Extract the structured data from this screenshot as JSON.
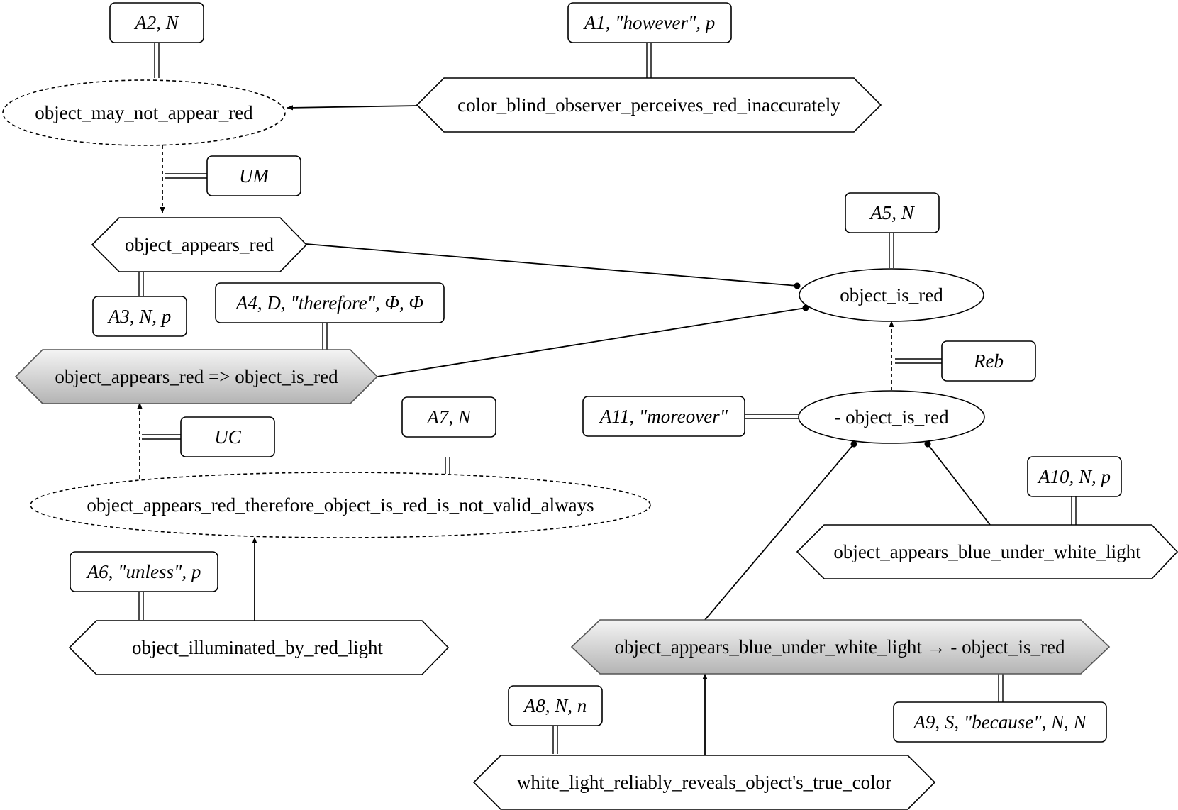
{
  "colors": {
    "stroke": "#000000",
    "background": "#ffffff",
    "gray_top": "#f4f4f4",
    "gray_bottom": "#b4b4b4",
    "gray_stroke": "#555555"
  },
  "nodes": [
    {
      "id": "n1",
      "text": "object_may_not_appear_red",
      "shape": "ellipse",
      "style": "dashed"
    },
    {
      "id": "n2",
      "text": "color_blind_observer_perceives_red_inaccurately",
      "shape": "hexagon",
      "style": "plain"
    },
    {
      "id": "n3",
      "text": "object_appears_red",
      "shape": "hexagon",
      "style": "plain"
    },
    {
      "id": "n4",
      "text": "object_is_red",
      "shape": "ellipse",
      "style": "plain"
    },
    {
      "id": "n5",
      "text": "object_appears_red => object_is_red",
      "shape": "hexagon",
      "style": "gray"
    },
    {
      "id": "n6",
      "text": "- object_is_red",
      "shape": "ellipse",
      "style": "plain"
    },
    {
      "id": "n7",
      "text": "object_appears_red_therefore_object_is_red_is_not_valid_always",
      "shape": "ellipse",
      "style": "dashed"
    },
    {
      "id": "n8",
      "text": "object_appears_blue_under_white_light",
      "shape": "hexagon",
      "style": "plain"
    },
    {
      "id": "n9",
      "text": "object_illuminated_by_red_light",
      "shape": "hexagon",
      "style": "plain"
    },
    {
      "id": "n10",
      "text": "object_appears_blue_under_white_light → - object_is_red",
      "shape": "hexagon",
      "style": "gray"
    },
    {
      "id": "n11",
      "text": "white_light_reliably_reveals_object's_true_color",
      "shape": "hexagon",
      "style": "plain"
    }
  ],
  "labels": [
    {
      "id": "l1",
      "text": "A2, N",
      "attached_to": "n1"
    },
    {
      "id": "l2",
      "text": "A1, \"however\", p",
      "attached_to": "n2"
    },
    {
      "id": "l3",
      "text": "UM",
      "attached_to": "e1"
    },
    {
      "id": "l4",
      "text": "A5, N",
      "attached_to": "n4"
    },
    {
      "id": "l5",
      "text": "A3, N, p",
      "attached_to": "n3"
    },
    {
      "id": "l6",
      "text": "A4, D, \"therefore\", Φ, Φ",
      "attached_to": "n5"
    },
    {
      "id": "l7",
      "text": "Reb",
      "attached_to": "e2"
    },
    {
      "id": "l8",
      "text": "A11, \"moreover\"",
      "attached_to": "n6"
    },
    {
      "id": "l9",
      "text": "UC",
      "attached_to": "e3"
    },
    {
      "id": "l10",
      "text": "A7, N",
      "attached_to": "n7"
    },
    {
      "id": "l11",
      "text": "A10, N, p",
      "attached_to": "n8"
    },
    {
      "id": "l12",
      "text": "A6, \"unless\", p",
      "attached_to": "n9"
    },
    {
      "id": "l13",
      "text": "A8, N, n",
      "attached_to": "n11"
    },
    {
      "id": "l14",
      "text": "A9, S, \"because\", N, N",
      "attached_to": "n10"
    }
  ],
  "edges": [
    {
      "id": "e0",
      "from": "n2",
      "to": "n1",
      "style": "solid",
      "head": "arrow"
    },
    {
      "id": "e1",
      "from": "n1",
      "to": "n3",
      "style": "dashed",
      "head": "arrow"
    },
    {
      "id": "e4",
      "from": "n3",
      "to": "n4",
      "style": "solid",
      "head": "dot"
    },
    {
      "id": "e5",
      "from": "n5",
      "to": "n4",
      "style": "solid",
      "head": "dot"
    },
    {
      "id": "e2",
      "from": "n6",
      "to": "n4",
      "style": "dashed",
      "head": "arrow"
    },
    {
      "id": "e3",
      "from": "n7",
      "to": "n5",
      "style": "dashed",
      "head": "arrow"
    },
    {
      "id": "e6",
      "from": "n9",
      "to": "n7",
      "style": "solid",
      "head": "arrow"
    },
    {
      "id": "e7",
      "from": "n10",
      "to": "n6",
      "style": "solid",
      "head": "dot"
    },
    {
      "id": "e8",
      "from": "n8",
      "to": "n6",
      "style": "solid",
      "head": "dot"
    },
    {
      "id": "e9",
      "from": "n11",
      "to": "n10",
      "style": "solid",
      "head": "arrow"
    }
  ]
}
